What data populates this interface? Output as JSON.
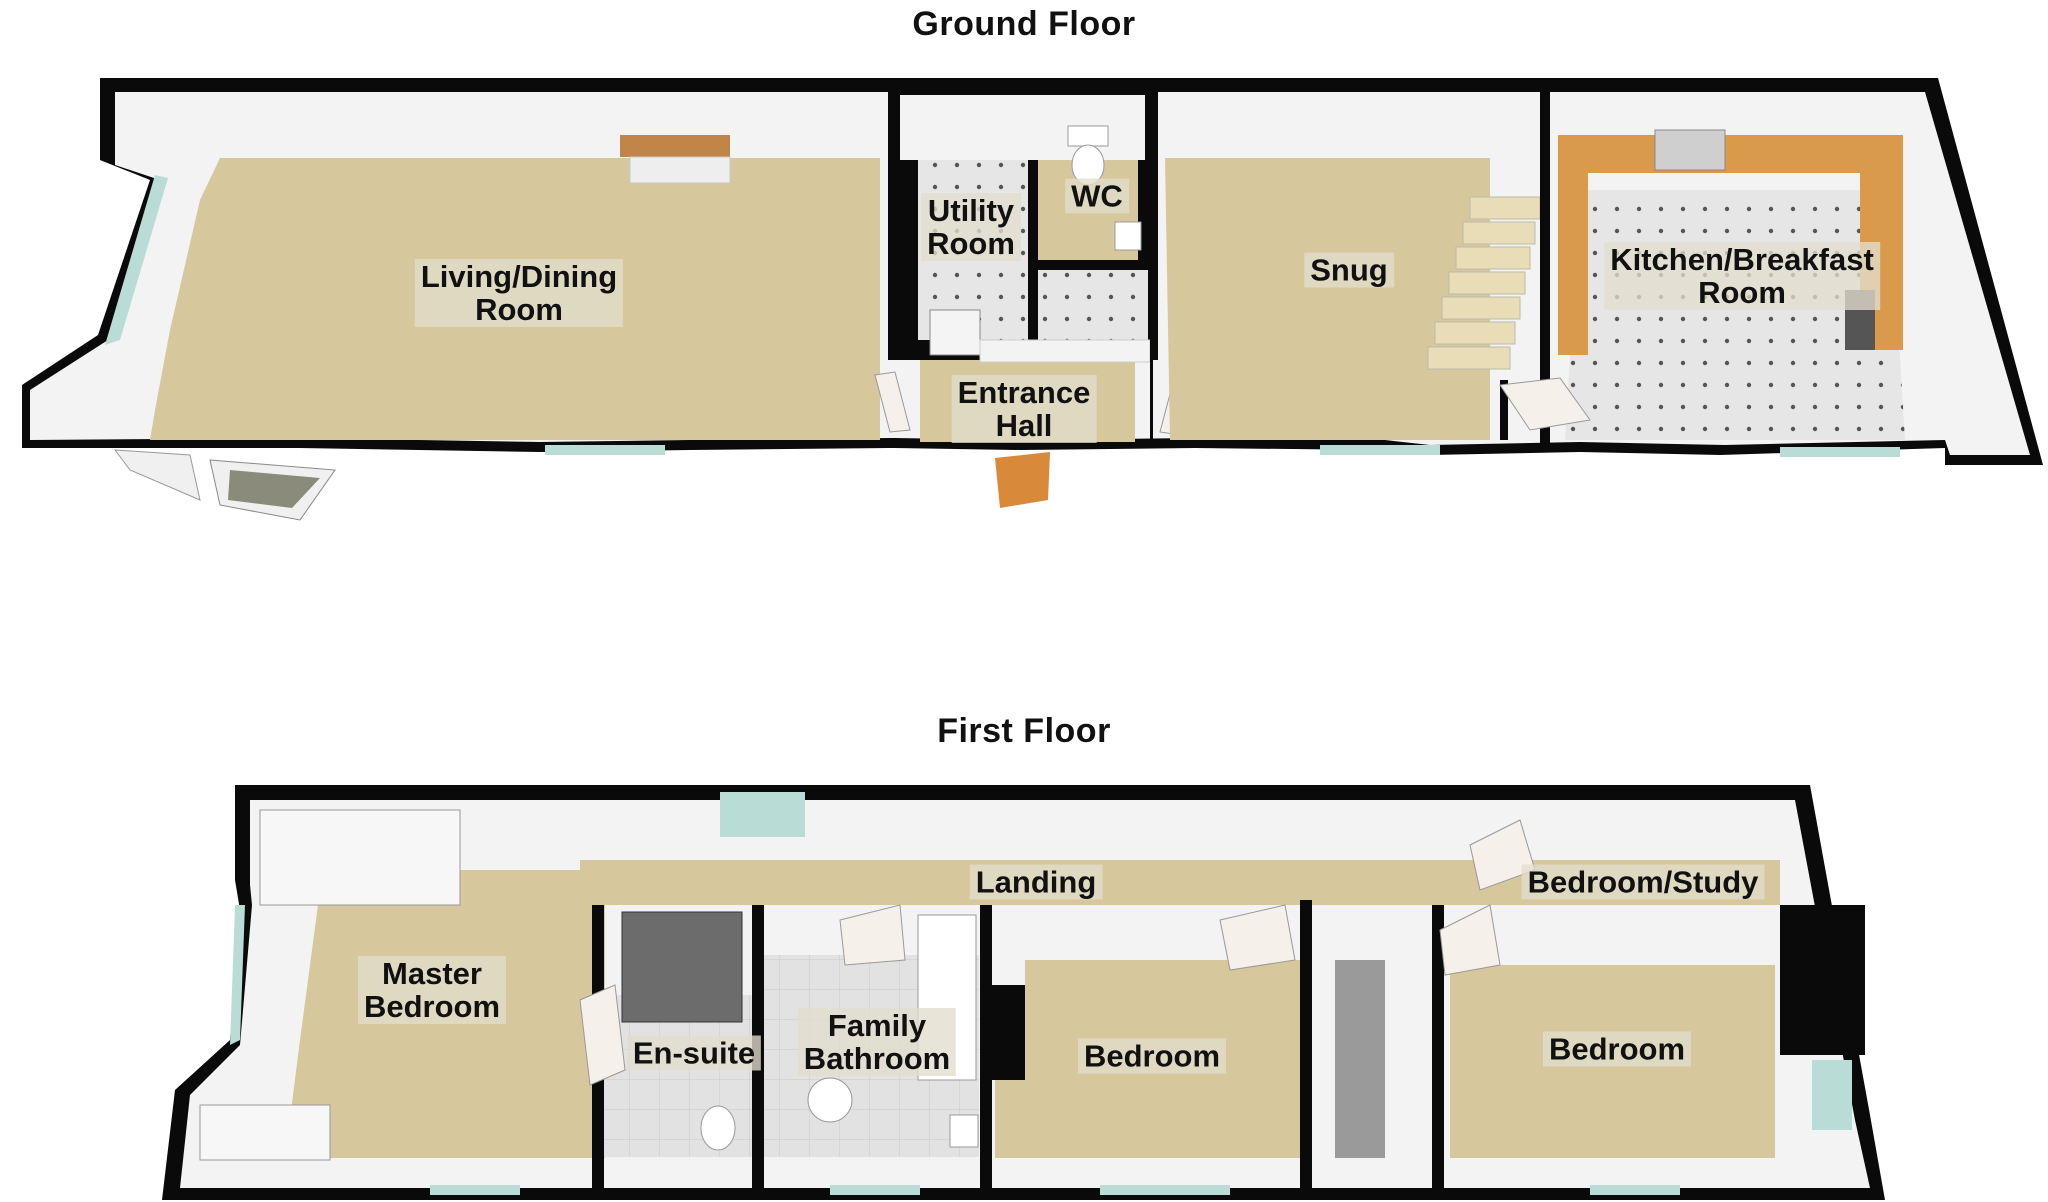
{
  "floors": [
    {
      "title": "Ground Floor",
      "rooms": [
        {
          "name": "Living/Dining\nRoom"
        },
        {
          "name": "Utility\nRoom"
        },
        {
          "name": "WC"
        },
        {
          "name": "Snug"
        },
        {
          "name": "Kitchen/Breakfast\nRoom"
        },
        {
          "name": "Entrance\nHall"
        }
      ]
    },
    {
      "title": "First Floor",
      "rooms": [
        {
          "name": "Landing"
        },
        {
          "name": "Bedroom/Study"
        },
        {
          "name": "Master\nBedroom"
        },
        {
          "name": "En-suite"
        },
        {
          "name": "Family\nBathroom"
        },
        {
          "name": "Bedroom"
        },
        {
          "name": "Bedroom"
        }
      ]
    }
  ],
  "colors": {
    "wall": "#0a0a0a",
    "carpet": "#d6c79c",
    "tile_floor": "#e4e4e4",
    "inner_wall_face": "#f2f2f2",
    "window": "#b9ddd6",
    "worktop": "#d99a4b",
    "door": "#f5f0ea",
    "front_door": "#d9893a"
  }
}
